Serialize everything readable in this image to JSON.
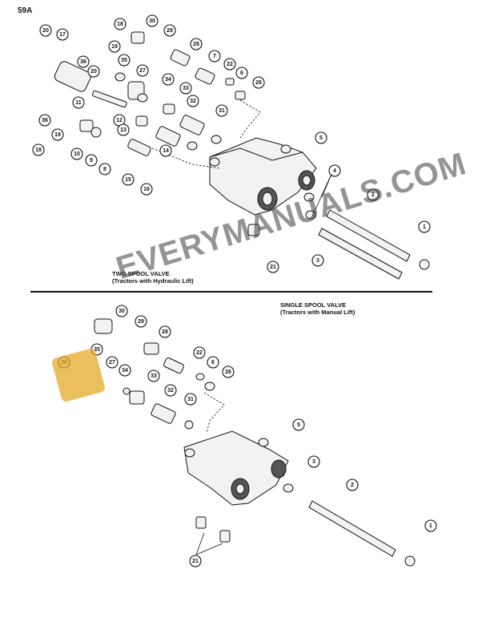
{
  "page_number": "59A",
  "section_top": {
    "title": "TWO SPOOL VALVE",
    "subtitle": "(Tractors with Hydraulic Lift)"
  },
  "section_bottom": {
    "title": "SINGLE SPOOL VALVE",
    "subtitle": "(Tractors with Manual Lift)"
  },
  "watermark": "EVERYMANUALS.COM",
  "top_callouts": [
    "18",
    "30",
    "29",
    "20",
    "17",
    "19",
    "28",
    "36",
    "35",
    "7",
    "22",
    "6",
    "26",
    "27",
    "20",
    "34",
    "33",
    "11",
    "32",
    "31",
    "36",
    "12",
    "19",
    "13",
    "10",
    "9",
    "14",
    "8",
    "5",
    "15",
    "16",
    "4",
    "2",
    "1",
    "3",
    "21",
    "18"
  ],
  "bottom_callouts": [
    "30",
    "29",
    "28",
    "35",
    "22",
    "20",
    "27",
    "34",
    "6",
    "26",
    "33",
    "32",
    "31",
    "5",
    "3",
    "2",
    "1",
    "21"
  ]
}
